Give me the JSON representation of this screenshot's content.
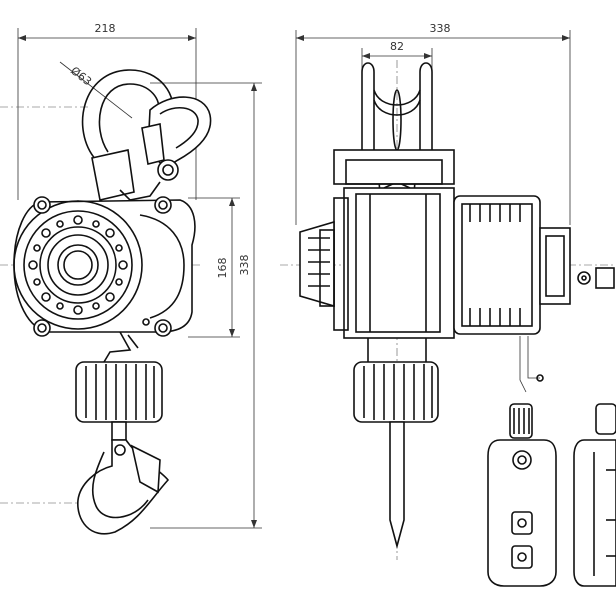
{
  "dimensions": {
    "side_width": "218",
    "hook_diameter": "Ø63",
    "body_height": "168",
    "total_height": "338",
    "front_width": "338",
    "top_width": "82"
  }
}
